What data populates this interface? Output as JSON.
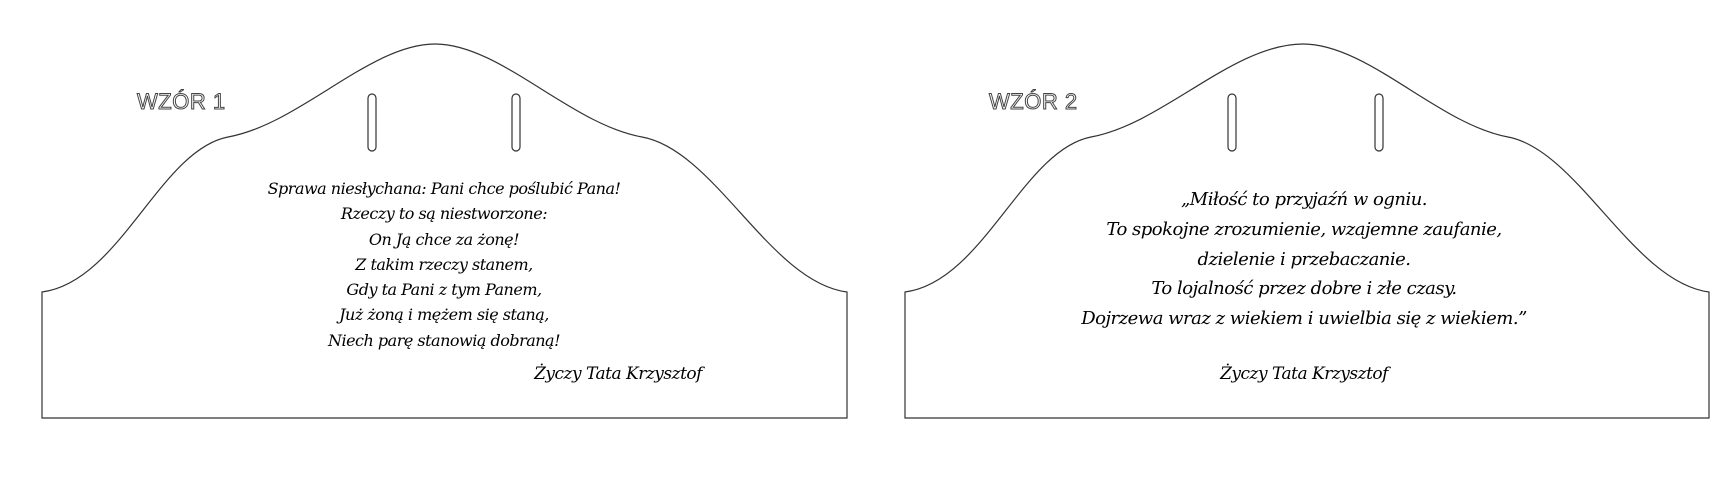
{
  "designs": [
    {
      "label": "WZÓR 1",
      "lines": [
        "Sprawa niesłychana: Pani chce poślubić Pana!",
        "Rzeczy to są niestworzone:",
        "On Ją chce za żonę!",
        "Z takim rzeczy stanem,",
        "Gdy ta Pani z tym Panem,",
        "Już żoną i mężem się staną,",
        "Niech parę stanowią dobraną!"
      ],
      "signature": "Życzy Tata Krzysztof"
    },
    {
      "label": "WZÓR 2",
      "lines": [
        "„Miłość to przyjaźń w ogniu.",
        "To spokojne zrozumienie, wzajemne zaufanie,",
        "dzielenie i przebaczanie.",
        "To lojalność przez dobre i złe czasy.",
        "Dojrzewa wraz z wiekiem i uwielbia się z wiekiem.”"
      ],
      "signature": "Życzy Tata Krzysztof"
    }
  ],
  "colors": {
    "outline": "#333333",
    "text": "#000000"
  }
}
